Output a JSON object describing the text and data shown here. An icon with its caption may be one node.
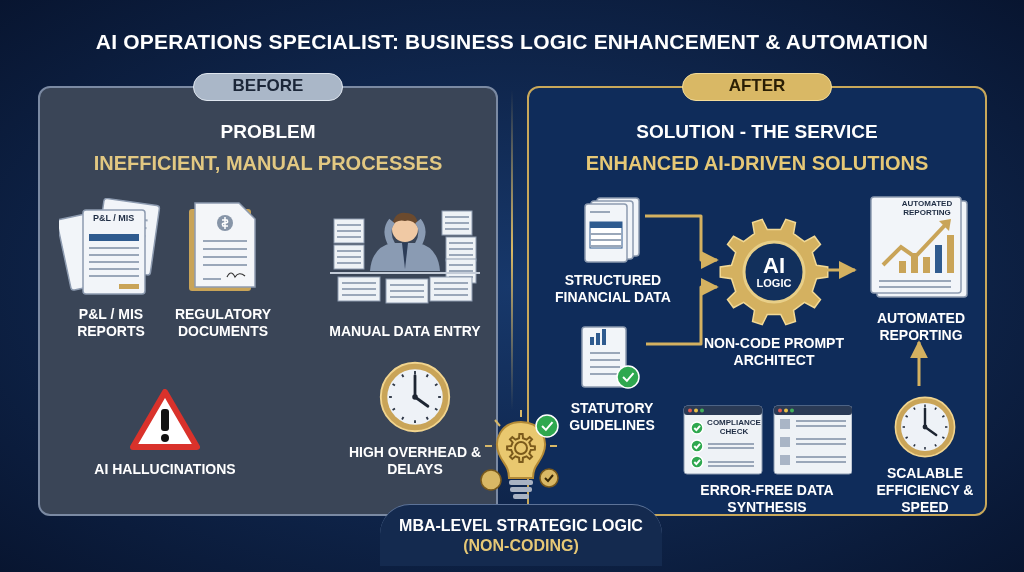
{
  "diagram": {
    "title": "AI OPERATIONS SPECIALIST: BUSINESS LOGIC ENHANCEMENT & AUTOMATION",
    "nodes": [
      {
        "text": [
          "BEFORE",
          "PROBLEM",
          "INEFFICIENT, MANUAL PROCESSES"
        ]
      },
      {
        "text": [
          "AFTER",
          "SOLUTION - THE SERVICE",
          "ENHANCED AI-DRIVEN SOLUTIONS"
        ]
      },
      {
        "text": [
          "P&L / MIS REPORTS"
        ],
        "in": 0
      },
      {
        "text": [
          "REGULATORY DOCUMENTS"
        ],
        "in": 0
      },
      {
        "text": [
          "MANUAL DATA ENTRY"
        ],
        "in": 0
      },
      {
        "text": [
          "AI HALLUCINATIONS"
        ],
        "in": 0
      },
      {
        "text": [
          "HIGH OVERHEAD & DELAYS"
        ],
        "in": 0
      },
      {
        "text": [
          "STRUCTURED FINANCIAL DATA"
        ],
        "in": 1
      },
      {
        "text": [
          "AI",
          "LOGIC"
        ],
        "in": 1,
        "beside": [
          "NON-CODE PROMPT ARCHITECT"
        ]
      },
      {
        "text": [
          "STATUTORY GUIDELINES"
        ],
        "in": 1
      },
      {
        "text": [
          "AUTOMATED REPORTING"
        ],
        "in": 1
      },
      {
        "text": [
          "ERROR-FREE DATA SYNTHESIS"
        ],
        "in": 1
      },
      {
        "text": [
          "SCALABLE EFFICIENCY & SPEED"
        ],
        "in": 1
      },
      {
        "text": [
          "MBA-LEVEL STRATEGIC LOGIC",
          "(NON-CODING)"
        ]
      }
    ],
    "edges": [
      {
        "from": 7,
        "to": 8,
        "arrow": "to"
      },
      {
        "from": 9,
        "to": 8,
        "arrow": "to"
      },
      {
        "from": 8,
        "to": 10,
        "arrow": "to"
      },
      {
        "from": 12,
        "to": 10,
        "arrow": "to"
      }
    ],
    "labels": [
      "P&L / MIS",
      "AUTOMATED REPORTING",
      "COMPLIANCE CHECK"
    ]
  }
}
